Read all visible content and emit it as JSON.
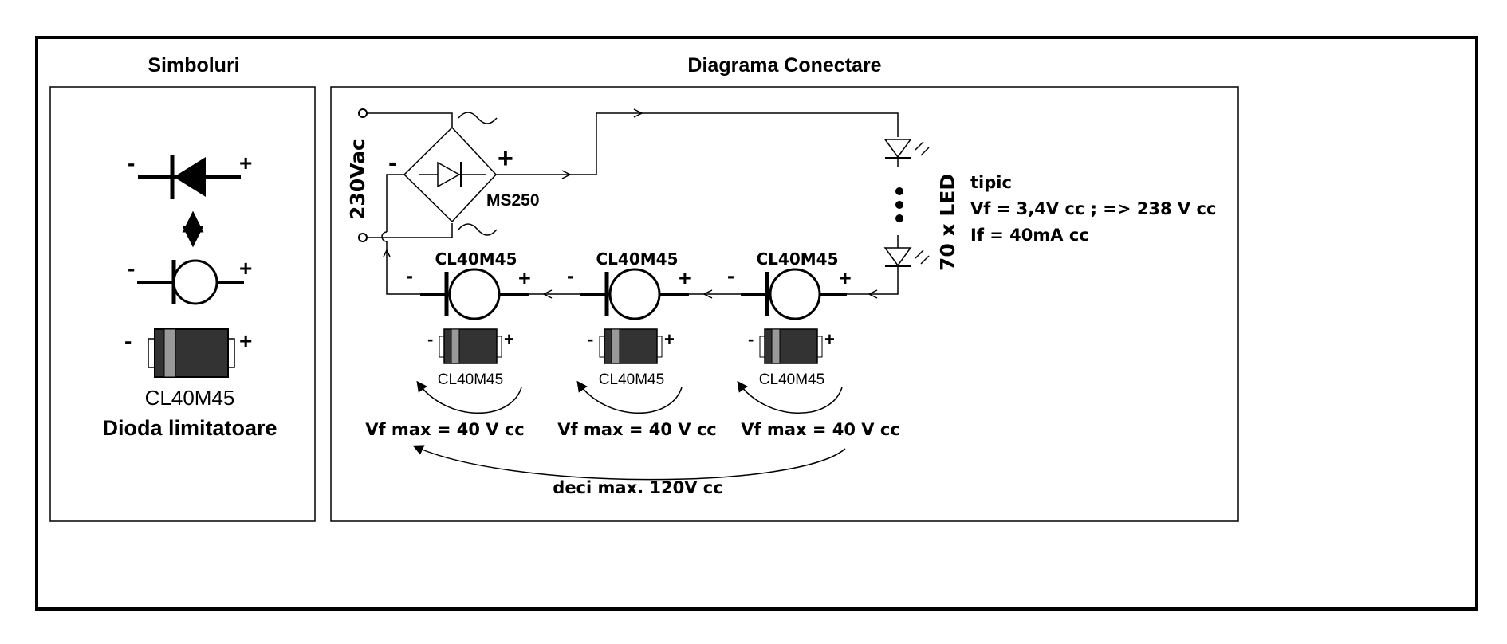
{
  "panels": {
    "symbols_title": "Simboluri",
    "diagram_title": "Diagrama Conectare"
  },
  "symbols": {
    "minus": "-",
    "plus": "+",
    "part_name": "CL40M45",
    "caption": "Dioda limitatoare"
  },
  "diagram": {
    "input_voltage": "230Vac",
    "bridge_name": "MS250",
    "bridge_minus": "-",
    "bridge_plus": "+",
    "led_count": "70 x LED",
    "led_note": {
      "line1": "tipic",
      "line2": "Vf = 3,4V cc ; => 238 V cc",
      "line3": "If = 40mA cc"
    },
    "diodes": [
      {
        "label": "CL40M45",
        "package_label": "CL40M45",
        "vf": "Vf max = 40 V cc"
      },
      {
        "label": "CL40M45",
        "package_label": "CL40M45",
        "vf": "Vf max = 40 V cc"
      },
      {
        "label": "CL40M45",
        "package_label": "CL40M45",
        "vf": "Vf max = 40 V cc"
      }
    ],
    "diode_minus": "-",
    "diode_plus": "+",
    "total": "deci max. 120V cc"
  },
  "colors": {
    "line": "#000000",
    "package_body": "#333333",
    "package_band": "#999999"
  }
}
